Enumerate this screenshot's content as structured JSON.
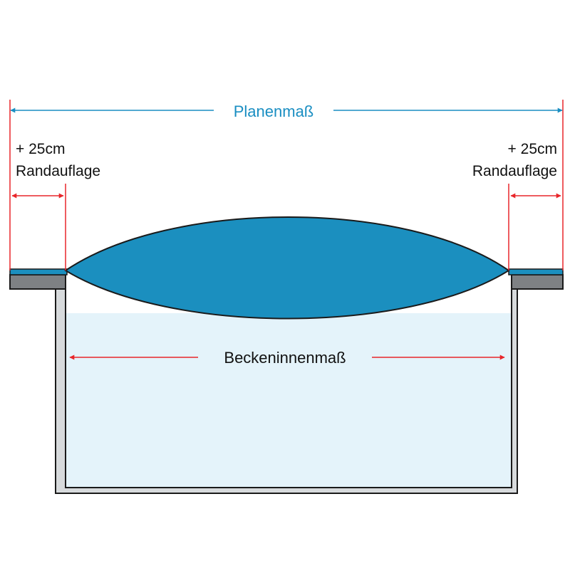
{
  "labels": {
    "cover_size": "Planenmaß",
    "left_margin_amount": "+ 25cm",
    "left_margin_label": "Randauflage",
    "right_margin_amount": "+ 25cm",
    "right_margin_label": "Randauflage",
    "pool_inner_size": "Beckeninnenmaß"
  },
  "colors": {
    "dimension_blue": "#1a8ec2",
    "dimension_red": "#e8262a",
    "cover_fill": "#1b8fbf",
    "water_fill": "#e4f3fa",
    "pool_wall_fill": "#d7dadc",
    "deck_fill": "#7e8184",
    "outline": "#1a1a1a"
  }
}
